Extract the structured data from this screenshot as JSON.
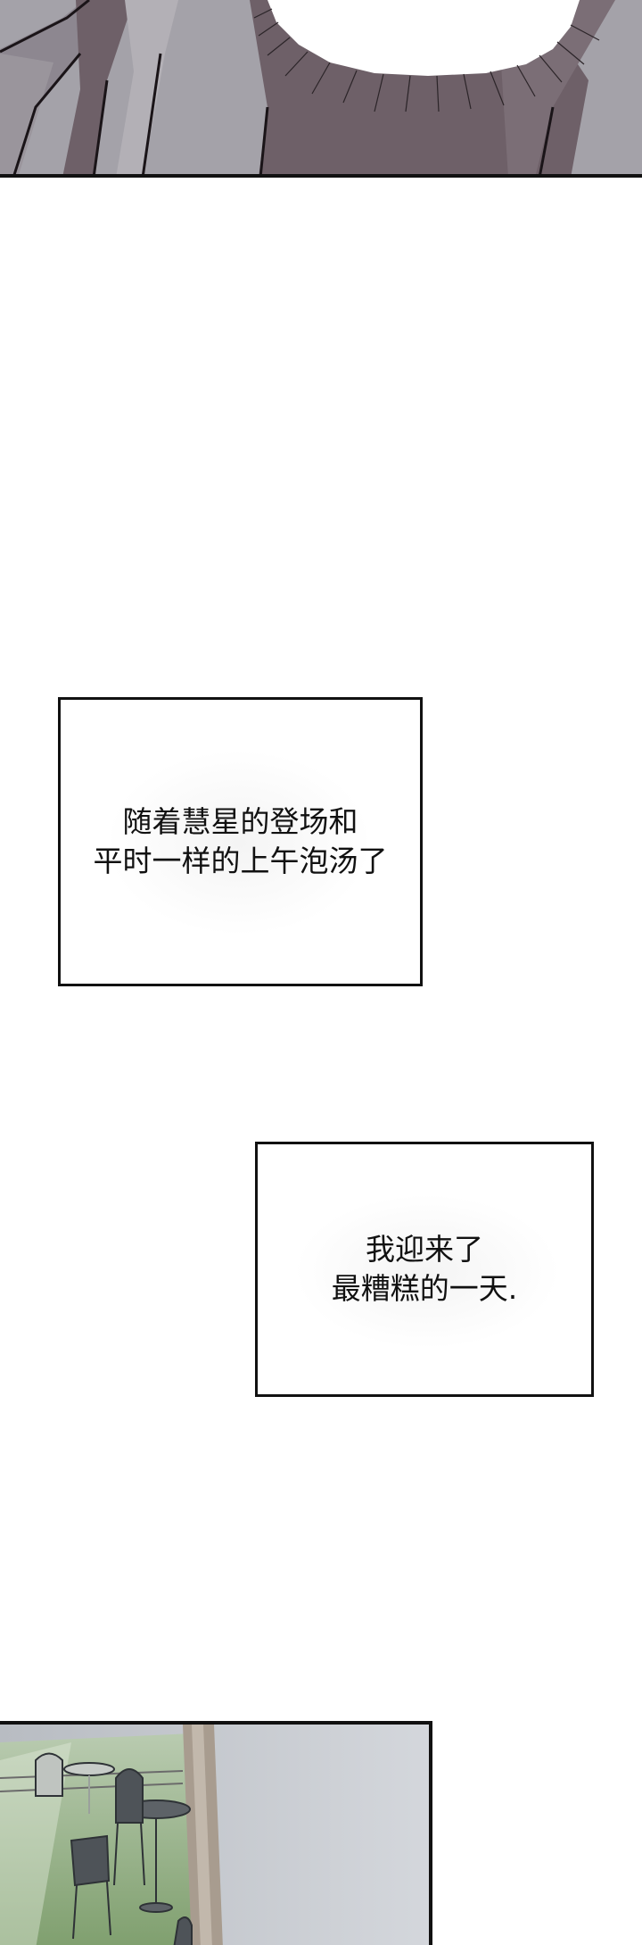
{
  "captions": [
    {
      "line1": "随着慧星的登场和",
      "line2": "平时一样的上午泡汤了"
    },
    {
      "line1": "我迎来了",
      "line2": "最糟糕的一天."
    }
  ],
  "colors": {
    "border": "#111111",
    "top_panel_bg": "#a4a2a9",
    "hair_dark": "#6e6068",
    "bottom_grass": "#8fae7e",
    "bottom_wall": "#c9ccd0"
  }
}
